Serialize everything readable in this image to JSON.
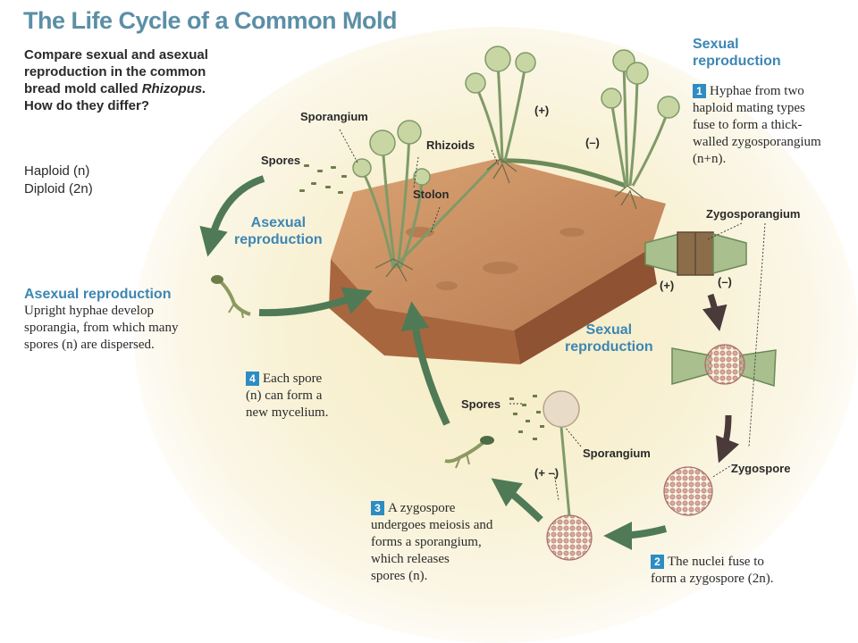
{
  "title": "The Life Cycle of a Common Mold",
  "intro": {
    "line1": "Compare sexual and asexual",
    "line2": "reproduction in the common",
    "line3a": "bread mold called ",
    "line3b": "Rhizopus.",
    "line4": "How do they differ?"
  },
  "legend": {
    "haploid": "Haploid (n)",
    "diploid": "Diploid (2n)"
  },
  "sexual_header": {
    "line1": "Sexual",
    "line2": "reproduction"
  },
  "step1": {
    "num": "1",
    "line1": "Hyphae from two",
    "line2": "haploid mating types",
    "line3": "fuse to form a thick-",
    "line4": "walled zygosporangium",
    "line5": "(n+n)."
  },
  "asexual_desc": {
    "title": "Asexual reproduction",
    "line1": "Upright hyphae develop",
    "line2": "sporangia, from which many",
    "line3": "spores (n) are dispersed."
  },
  "step4": {
    "num": "4",
    "line1": "Each spore",
    "line2": "(n) can form a",
    "line3": "new mycelium."
  },
  "step3": {
    "num": "3",
    "line1": "A zygospore",
    "line2": "undergoes meiosis and",
    "line3": "forms a sporangium,",
    "line4": "which releases",
    "line5": "spores (n)."
  },
  "step2": {
    "num": "2",
    "line1": "The nuclei fuse to",
    "line2": "form a zygospore (2n)."
  },
  "stage_labels": {
    "asexual": {
      "line1": "Asexual",
      "line2": "reproduction"
    },
    "sexual": {
      "line1": "Sexual",
      "line2": "reproduction"
    }
  },
  "labels": {
    "sporangium_top": "Sporangium",
    "spores_top": "Spores",
    "rhizoids": "Rhizoids",
    "stolon": "Stolon",
    "plus_top": "(+)",
    "minus_top": "(–)",
    "zygosporangium": "Zygosporangium",
    "plus_zygo": "(+)",
    "minus_zygo": "(–)",
    "zygospore": "Zygospore",
    "spores_bottom": "Spores",
    "sporangium_bottom": "Sporangium",
    "plus_minus": "(+ –)"
  },
  "colors": {
    "title_blue": "#5b8fa6",
    "header_blue": "#3d86b3",
    "badge_blue": "#2d8cc4",
    "arrow_green": "#4f7a55",
    "arrow_dark": "#4a3a3a",
    "bread": "#c9885a"
  }
}
